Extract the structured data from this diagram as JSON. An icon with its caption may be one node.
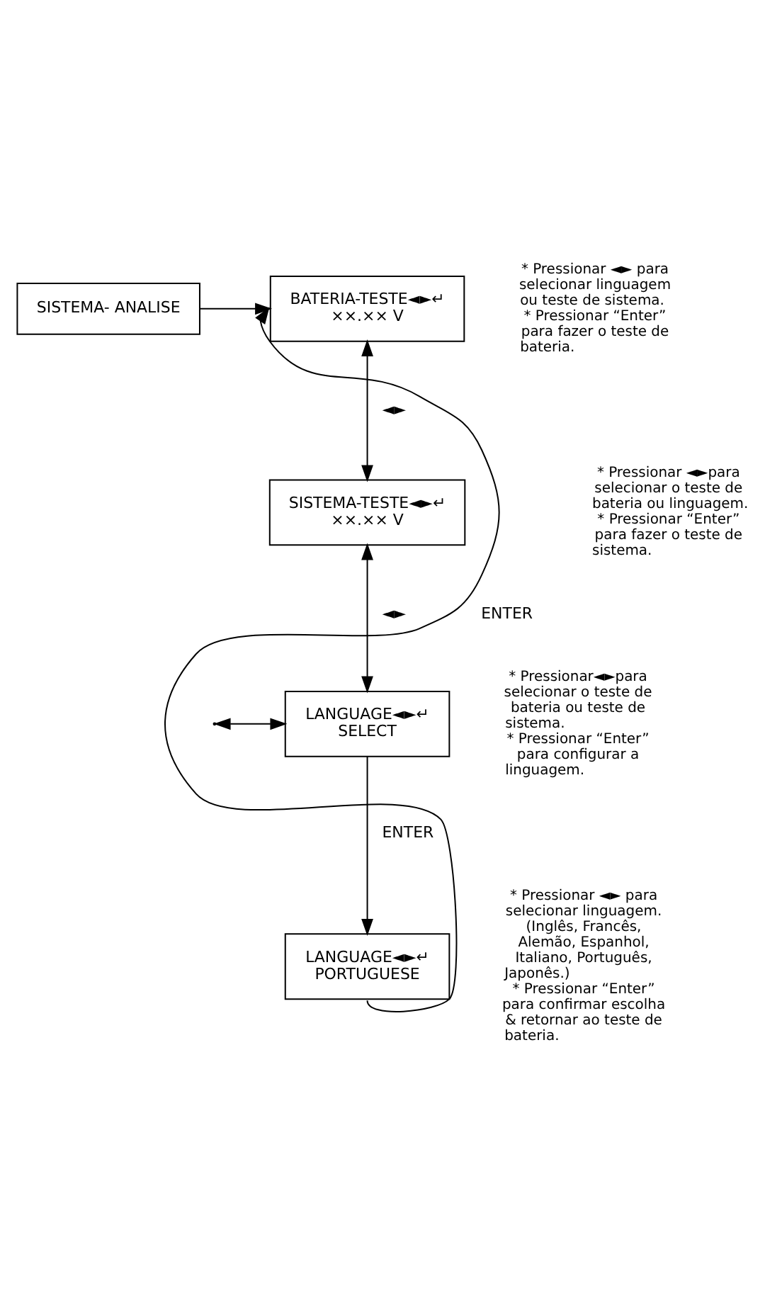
{
  "diagram": {
    "nodes": [
      {
        "text": [
          "SISTEMA- ANALISE"
        ]
      },
      {
        "text": [
          "BATERIA-TESTE◄►↵",
          "××.×× V"
        ],
        "beside": [
          "* Pressionar ◄► para selecionar linguagem ou teste de sistema.",
          "* Pressionar “Enter” para fazer o teste de bateria."
        ]
      },
      {
        "text": [
          "SISTEMA-TESTE◄►↵",
          "××.×× V"
        ],
        "beside": [
          "* Pressionar ◄►para selecionar o teste de bateria ou linguagem.",
          "* Pressionar “Enter” para fazer o teste de sistema."
        ]
      },
      {
        "text": [
          "LANGUAGE◄►↵",
          "SELECT"
        ],
        "beside": [
          "* Pressionar◄►para selecionar o teste de bateria ou teste de sistema.",
          "* Pressionar “Enter” para configurar a linguagem."
        ]
      },
      {
        "text": [
          "LANGUAGE◄►↵",
          "PORTUGUESE"
        ],
        "beside": [
          "* Pressionar ◄► para selecionar linguagem. (Inglês, Francês, Alemão, Espanhol, Italiano, Português, Japonês.)",
          "* Pressionar “Enter” para confirmar escolha & retornar ao teste de bateria."
        ]
      }
    ],
    "edges": [
      {
        "from": 0,
        "to": 1,
        "arrow": "to"
      },
      {
        "from": 1,
        "to": 2,
        "arrow": "both",
        "label": "◄►"
      },
      {
        "from": 2,
        "to": 3,
        "arrow": "both",
        "label": "◄►"
      },
      {
        "from": 3,
        "to": 4,
        "arrow": "to",
        "label": "ENTER"
      },
      {
        "from": 4,
        "to": 1,
        "arrow": "to",
        "label": "ENTER"
      },
      {
        "from": null,
        "to": 3,
        "arrow": "both"
      }
    ]
  }
}
